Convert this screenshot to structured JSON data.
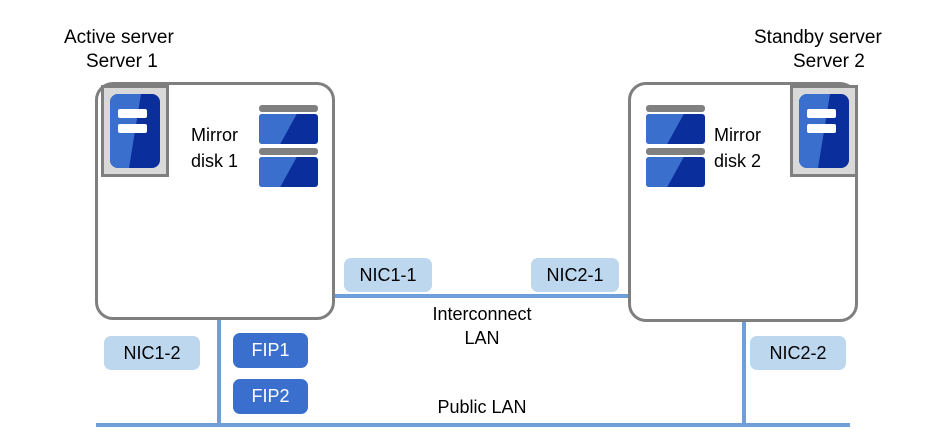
{
  "diagram": {
    "type": "cluster-network-diagram",
    "background_color": "#ffffff",
    "colors": {
      "box_border": "#7f7f7f",
      "nic_pill_bg": "#bdd7ee",
      "fip_pill_bg": "#3a6fcd",
      "network_line": "#6f9fd8",
      "icon_dark_blue": "#0a2f9c",
      "icon_light_blue": "#3a6fcd",
      "icon_frame": "#d9d9d9",
      "disk_cap": "#808080",
      "text": "#000000"
    }
  },
  "servers": [
    {
      "role_label": "Active server",
      "name_label": "Server 1",
      "icon_name": "server-icon",
      "disk_label_line1": "Mirror",
      "disk_label_line2": "disk 1",
      "disk_icon_name": "mirror-disk-icon",
      "disk_unit_count": 2
    },
    {
      "role_label": "Standby server",
      "name_label": "Server 2",
      "icon_name": "server-icon",
      "disk_label_line1": "Mirror",
      "disk_label_line2": "disk 2",
      "disk_icon_name": "mirror-disk-icon",
      "disk_unit_count": 2
    }
  ],
  "nics": [
    {
      "id": "nic1-1",
      "label": "NIC1-1"
    },
    {
      "id": "nic2-1",
      "label": "NIC2-1"
    },
    {
      "id": "nic1-2",
      "label": "NIC1-2"
    },
    {
      "id": "nic2-2",
      "label": "NIC2-2"
    }
  ],
  "fips": [
    {
      "id": "fip1",
      "label": "FIP1"
    },
    {
      "id": "fip2",
      "label": "FIP2"
    }
  ],
  "networks": [
    {
      "id": "interconnect-lan",
      "label_line1": "Interconnect",
      "label_line2": "LAN"
    },
    {
      "id": "public-lan",
      "label": "Public  LAN"
    }
  ]
}
